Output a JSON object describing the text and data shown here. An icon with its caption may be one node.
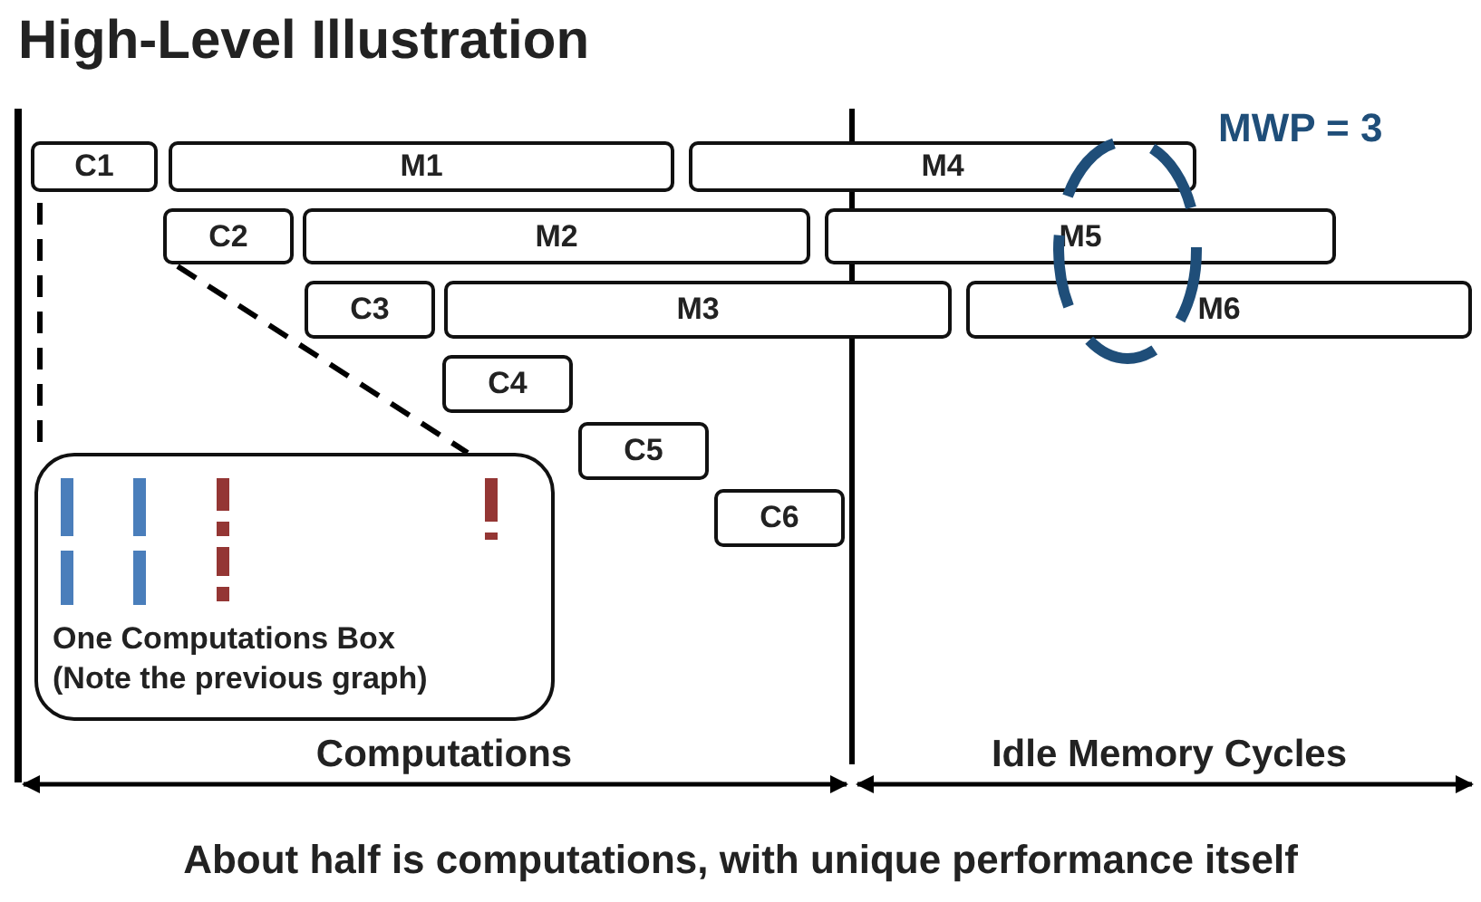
{
  "diagram": {
    "title": "High-Level Illustration",
    "caption": "About half is computations, with unique performance itself",
    "nodes": [
      {
        "text": [
          "C1"
        ]
      },
      {
        "text": [
          "M1"
        ]
      },
      {
        "text": [
          "M4"
        ]
      },
      {
        "text": [
          "C2"
        ]
      },
      {
        "text": [
          "M2"
        ]
      },
      {
        "text": [
          "M5"
        ]
      },
      {
        "text": [
          "C3"
        ]
      },
      {
        "text": [
          "M3"
        ]
      },
      {
        "text": [
          "M6"
        ]
      },
      {
        "text": [
          "C4"
        ]
      },
      {
        "text": [
          "C5"
        ]
      },
      {
        "text": [
          "C6"
        ]
      },
      {
        "text": [
          "One Computations Box",
          "(Note the previous graph)"
        ]
      }
    ],
    "edges": [
      {
        "from": 0,
        "to": 12,
        "arrow": "none",
        "style": "dashed"
      },
      {
        "from": 3,
        "to": 12,
        "arrow": "none",
        "style": "dashed"
      }
    ],
    "labels": [
      "MWP = 3",
      "Computations",
      "Idle Memory Cycles"
    ]
  }
}
